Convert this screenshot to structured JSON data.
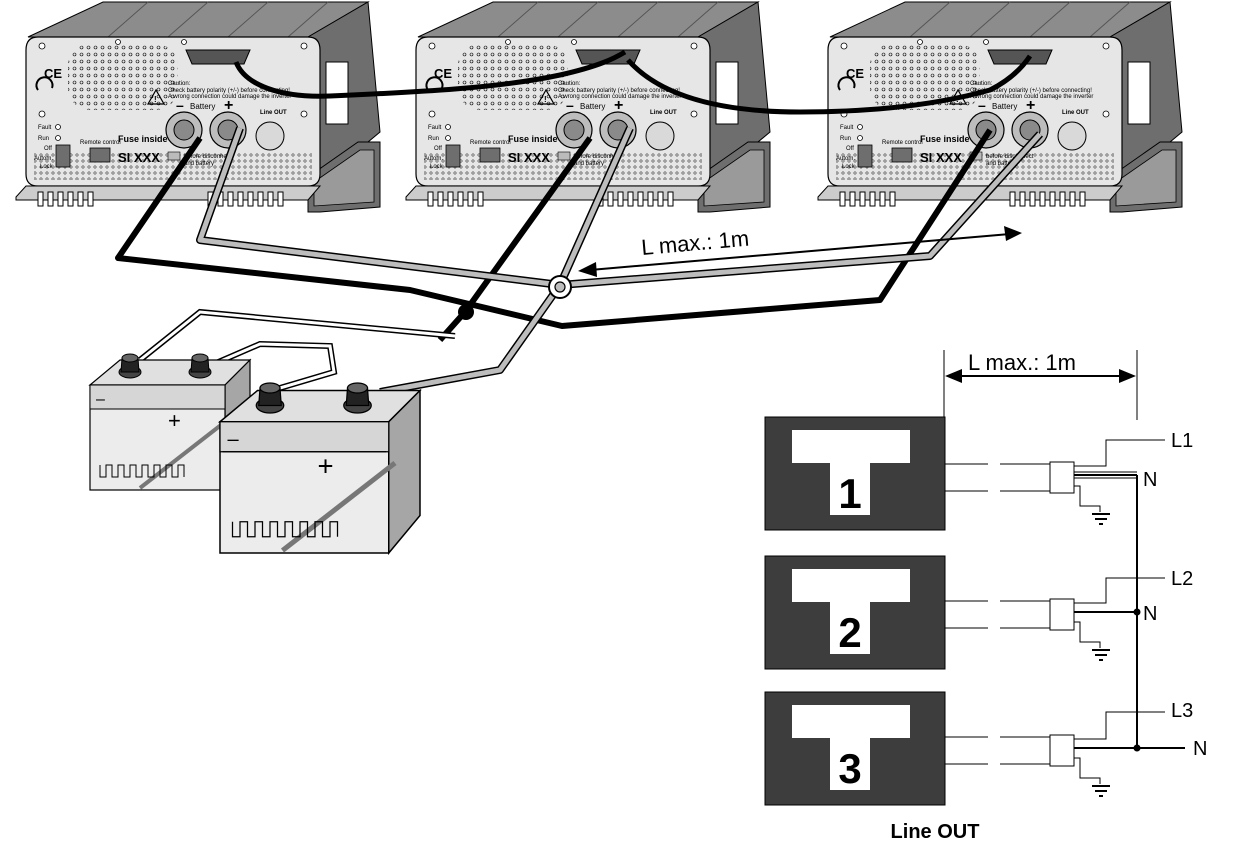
{
  "inverter": {
    "ce_mark": "CE",
    "caution_title": "Caution:",
    "caution_text": "Check battery polarity (+/-) before connecting!",
    "caution_text2": "A wrong connection could damage the inverter",
    "battery_label": "Battery",
    "minus": "–",
    "plus": "+",
    "line_out": "Line OUT",
    "fault": "Fault",
    "run": "Run",
    "off": "Off",
    "autom": "Autom.",
    "lock": "Lock",
    "remote_control": "Remote control",
    "fuse_inside": "Fuse inside",
    "model": "SI XXX",
    "disconnect_text": "before disconnect",
    "disconnect_text2": "and battery"
  },
  "battery": {
    "minus": "–",
    "plus": "+"
  },
  "upper_dimension": "L max.: 1m",
  "lower_dimension": "L max.: 1m",
  "units": [
    {
      "number": "1",
      "phase": "L1",
      "neutral": "N"
    },
    {
      "number": "2",
      "phase": "L2",
      "neutral": "N"
    },
    {
      "number": "3",
      "phase": "L3",
      "neutral": "N"
    }
  ],
  "caption": "Line OUT"
}
